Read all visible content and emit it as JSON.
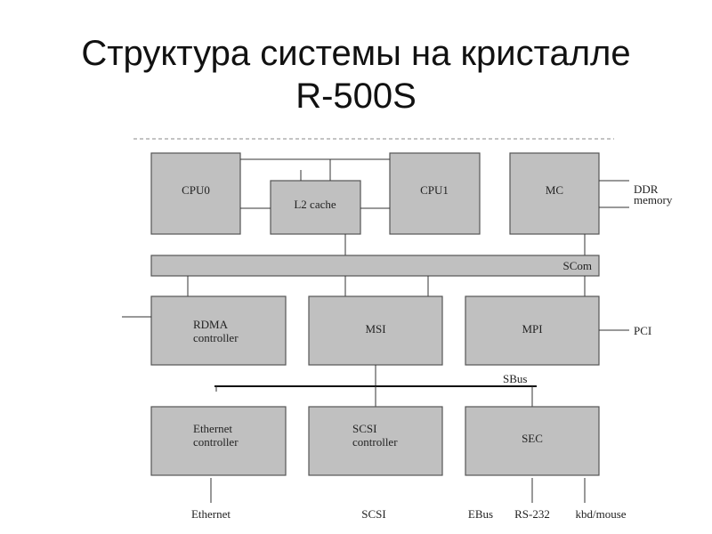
{
  "title": {
    "line1": "Структура системы на кристалле",
    "line2": "R-500S"
  },
  "blocks": {
    "cpu0": "CPU0",
    "l2": "L2 cache",
    "cpu1": "CPU1",
    "mc": "MC",
    "scom": "SCom",
    "rdma1": "RDMA",
    "rdma2": "controller",
    "msi": "MSI",
    "mpi": "MPI",
    "eth1": "Ethernet",
    "eth2": "controller",
    "scsi1": "SCSI",
    "scsi2": "controller",
    "sec": "SEC"
  },
  "buses": {
    "sbus": "SBus"
  },
  "external": {
    "ddr1": "DDR",
    "ddr2": "memory",
    "pci": "PCI",
    "ethernet": "Ethernet",
    "scsi": "SCSI",
    "ebus": "EBus",
    "rs232": "RS-232",
    "kbd": "kbd/mouse"
  }
}
